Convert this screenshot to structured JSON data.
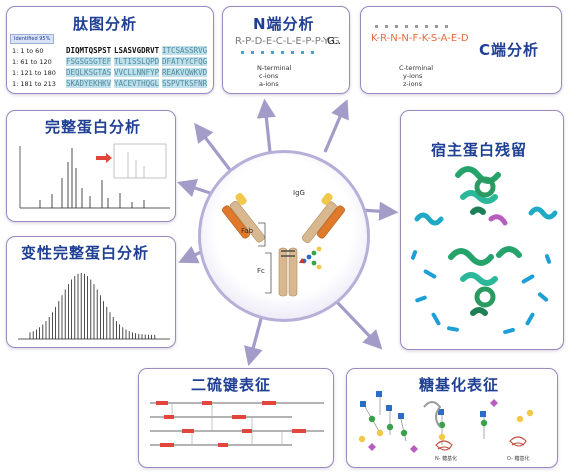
{
  "center": {
    "igg_label": "IgG",
    "fab_label": "Fab",
    "fc_label": "Fc"
  },
  "peptide_map": {
    "title": "肽图分析",
    "header_tab": "Identified 95%",
    "rows": [
      {
        "range": "1: 1 to 60",
        "seq_a": "DIQMTQSPST",
        "seq_b": "LSASVGDRVT",
        "seq_c": "ITCSASSRVG"
      },
      {
        "range": "1: 61 to 120",
        "seq_a": "FSGSGSGTEF",
        "seq_b": "TLTISSLQPD",
        "seq_c": "DFATYYCFQG"
      },
      {
        "range": "1: 121 to 180",
        "seq_a": "DEQLKSGTAS",
        "seq_b": "VVCLLNNFYP",
        "seq_c": "REAKVQWKVD"
      },
      {
        "range": "1: 181 to 213",
        "seq_a": "SKADYEKHKV",
        "seq_b": "YACEVTHQGL",
        "seq_c": "SSPVTKSFNR"
      }
    ]
  },
  "n_terminal": {
    "title": "N端分析",
    "sequence": "R-P-D-E-C-L-E-P-P-Y-G",
    "sequence_suffix": "G..",
    "ion_lines": [
      "N-terminal",
      "c-ions",
      "a-ions"
    ]
  },
  "c_terminal": {
    "title": "C端分析",
    "sequence": "K-R-N-N-F-K-S-A-E-D",
    "ion_lines": [
      "C-terminal",
      "y-ions",
      "z-ions"
    ]
  },
  "intact_protein": {
    "title": "完整蛋白分析"
  },
  "denatured_protein": {
    "title": "变性完整蛋白分析"
  },
  "host_cell": {
    "title": "宿主蛋白残留"
  },
  "disulfide": {
    "title": "二硫键表征"
  },
  "glycosylation": {
    "title": "糖基化表征",
    "caption_left": "N- 糖基化",
    "caption_right": "O- 糖基化"
  },
  "colors": {
    "title": "#1e3f94",
    "panel_border": "#9b8bbd",
    "arrow": "#a49cc8",
    "heavy_chain": "#d8b890",
    "light_chain": "#e07a2a",
    "spectrum": "#222222",
    "seq_highlight": "#bfe0ea",
    "disulfide_red": "#e0463a"
  }
}
